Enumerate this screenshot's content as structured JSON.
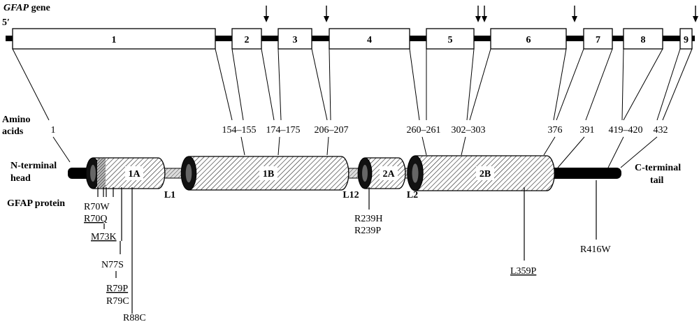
{
  "gene": {
    "title_italic": "GFAP",
    "title_rest": " gene",
    "five_prime": "5′",
    "exons": [
      "1",
      "2",
      "3",
      "4",
      "5",
      "6",
      "7",
      "8",
      "9"
    ]
  },
  "amino_acids": {
    "label_line1": "Amino",
    "label_line2": "acids",
    "positions": [
      "1",
      "154–155",
      "174–175",
      "206–207",
      "260–261",
      "302–303",
      "376",
      "391",
      "419–420",
      "432"
    ]
  },
  "protein": {
    "n_terminal_line1": "N-terminal",
    "n_terminal_line2": "head",
    "protein_label": "GFAP protein",
    "c_terminal_line1": "C-terminal",
    "c_terminal_line2": "tail",
    "domains": [
      "1A",
      "1B",
      "2A",
      "2B"
    ],
    "linkers": [
      "L1",
      "L12",
      "L2"
    ]
  },
  "mutations": {
    "r70w": "R70W",
    "r70q": "R70Q",
    "m73k": "M73K",
    "n77s": "N77S",
    "r79p": "R79P",
    "r79c": "R79C",
    "r88c": "R88C",
    "r239h": "R239H",
    "r239p": "R239P",
    "l359p": "L359P",
    "r416w": "R416W"
  }
}
